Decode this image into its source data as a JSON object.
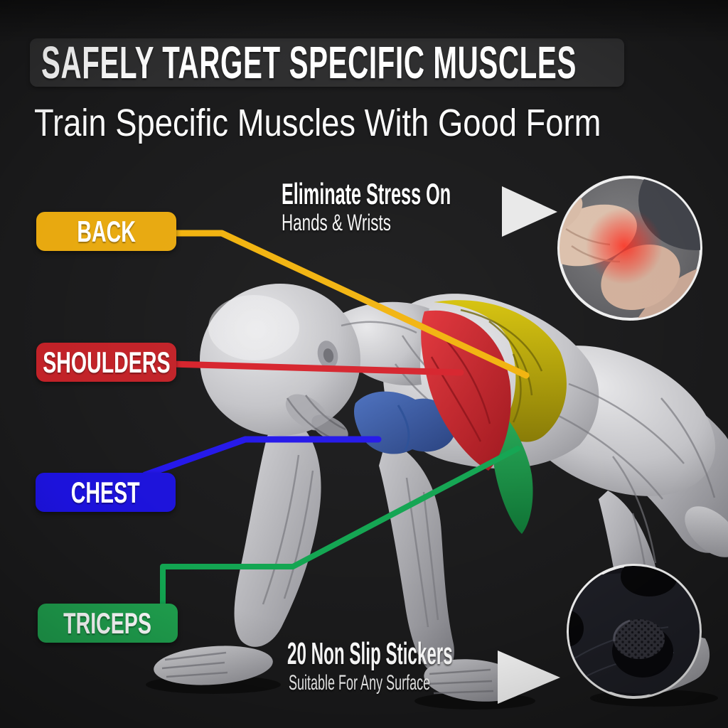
{
  "header": {
    "title": "SAFELY TARGET SPECIFIC MUSCLES",
    "subtitle": "Train Specific Muscles With Good Form"
  },
  "muscle_labels": [
    {
      "id": "back",
      "label": "BACK",
      "color": "#E8A90F"
    },
    {
      "id": "shoulders",
      "label": "SHOULDERS",
      "color": "#C22127"
    },
    {
      "id": "chest",
      "label": "CHEST",
      "color": "#1C12DB"
    },
    {
      "id": "triceps",
      "label": "TRICEPS",
      "color": "#1FA04E"
    }
  ],
  "callouts": {
    "wrists": {
      "title": "Eliminate Stress On",
      "subtitle": "Hands & Wrists",
      "photo": "hand-holding-painful-wrist-photo"
    },
    "stickers": {
      "title": "20 Non Slip Stickers",
      "subtitle": "Suitable For Any Surface",
      "photo": "product-underside-non-slip-sticker-feet-photo"
    }
  },
  "figure": {
    "description": "Grayscale anatomical muscle figure in push-up position with highlighted muscles",
    "highlighted_muscles": [
      {
        "name": "back",
        "color": "#BFAC08"
      },
      {
        "name": "shoulders",
        "color": "#CE2128"
      },
      {
        "name": "chest",
        "color": "#3E63B4"
      },
      {
        "name": "triceps",
        "color": "#1C9B4A"
      }
    ]
  },
  "colors": {
    "background": "#1A1A1B",
    "title_bar": "#2E2E2F",
    "text": "#FFFFFF",
    "arrow": "#E9E9E9",
    "pain_glow": "#FF2012"
  }
}
